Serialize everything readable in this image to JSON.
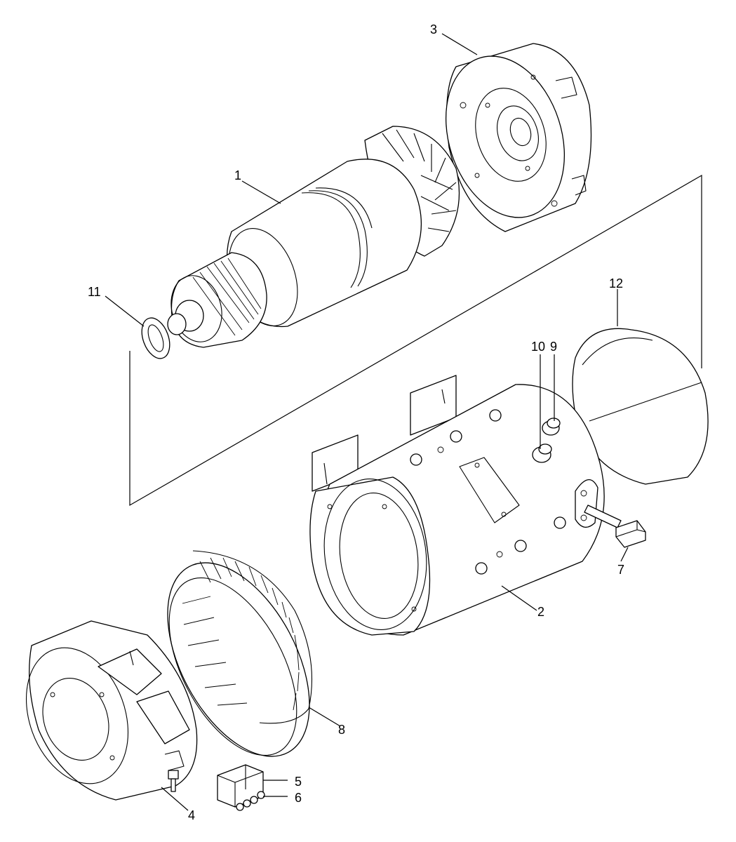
{
  "diagram": {
    "callouts": {
      "c1": "1",
      "c2": "2",
      "c3": "3",
      "c4": "4",
      "c5": "5",
      "c6": "6",
      "c7": "7",
      "c8": "8",
      "c9": "9",
      "c10": "10",
      "c11": "11",
      "c12": "12"
    }
  }
}
